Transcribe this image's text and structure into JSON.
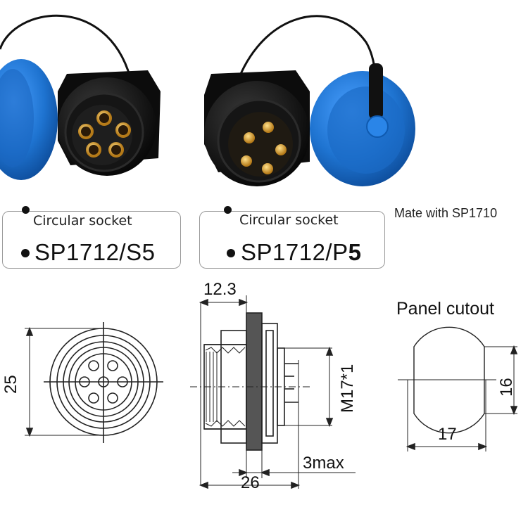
{
  "labels": [
    {
      "type": "Circular socket",
      "model": "SP1712/S",
      "model_suffix": "5"
    },
    {
      "type": "Circular socket",
      "model": "SP1712/P",
      "model_suffix": "5"
    }
  ],
  "mate_note": "Mate with SP1710",
  "panel_cutout": {
    "title": "Panel cutout",
    "width": "17",
    "height": "16"
  },
  "dimensions": {
    "front_diameter": "25",
    "flange_width": "12.3",
    "thread": "M17*1",
    "panel_max": "3max",
    "overall_length": "26"
  },
  "colors": {
    "cap_blue": "#1e73d0",
    "body_black": "#121212",
    "contact_gold": "#d49a2a",
    "line": "#222222"
  }
}
